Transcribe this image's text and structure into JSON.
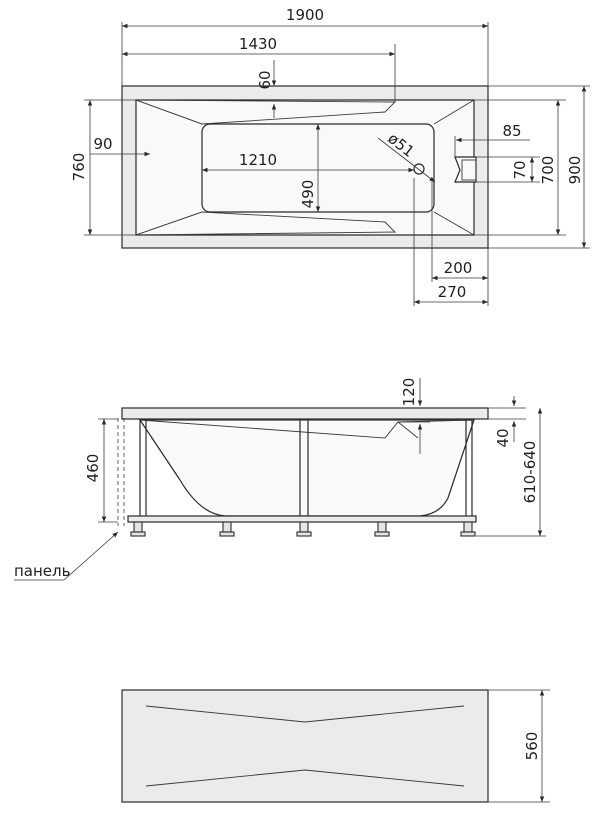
{
  "top_view": {
    "dims": {
      "overall_length": "1900",
      "overflow_offset": "1430",
      "shelf_depth": "60",
      "inner_offset": "90",
      "bowl_length": "1210",
      "drain_diameter": "ø51",
      "bowl_width": "490",
      "headrest_offset": "85",
      "headrest_height": "70",
      "inner_width": "700",
      "outer_width_small": "760",
      "outer_width": "900",
      "drain_offset_1": "200",
      "drain_offset_2": "270"
    }
  },
  "side_view": {
    "dims": {
      "rim_thickness": "120",
      "top_offset": "40",
      "height_range": "610-640",
      "leg_height": "460"
    },
    "panel_label": "панель"
  },
  "panel_view": {
    "dims": {
      "panel_height": "560"
    }
  }
}
